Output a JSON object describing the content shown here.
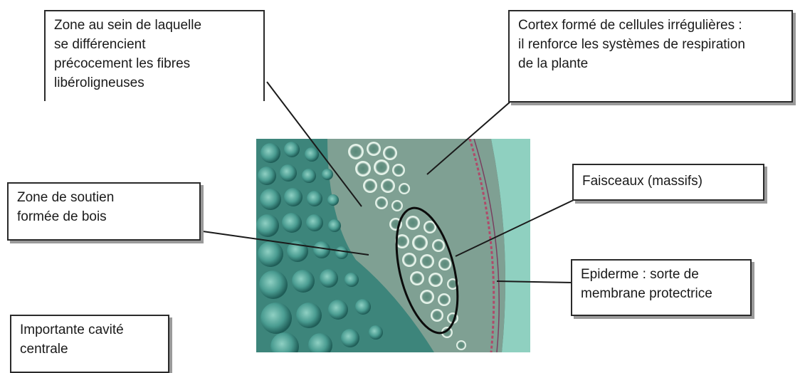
{
  "diagram": {
    "micrograph": {
      "name": "stem-cross-section-micrograph"
    },
    "labels": {
      "fibers": "Zone au sein de laquelle\nse différencient\nprécocement les fibres\nlibéroligneuses",
      "cortex": "Cortex formé de cellules irrégulières :\nil renforce les systèmes de respiration\nde la plante",
      "support": "Zone de soutien\nformée de bois",
      "bundles": "Faisceaux (massifs)",
      "epidermis": "Epiderme : sorte de\nmembrane protectrice",
      "cavity": "Importante cavité\ncentrale"
    }
  },
  "colors": {
    "micro_background": "#5a9e94",
    "cortex_band": "#6f9c8f",
    "pale_edge": "#8fd0c0",
    "epidermis_line": "#b04a6a",
    "bundle_cells": "#e6f4ea",
    "wood_cells": "#3f8f85"
  }
}
